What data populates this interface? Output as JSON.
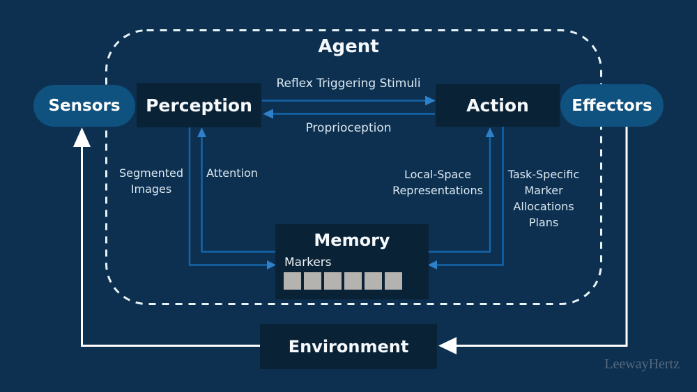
{
  "diagram": {
    "title": "Agent",
    "watermark": "LeewayHertz",
    "nodes": {
      "sensors": {
        "label": "Sensors"
      },
      "perception": {
        "label": "Perception"
      },
      "action": {
        "label": "Action"
      },
      "effectors": {
        "label": "Effectors"
      },
      "memory": {
        "label": "Memory",
        "sublabel": "Markers",
        "marker_count": 6
      },
      "environment": {
        "label": "Environment"
      }
    },
    "edges": {
      "reflex": {
        "label": "Reflex Triggering Stimuli",
        "from": "perception",
        "to": "action"
      },
      "proprioception": {
        "label": "Proprioception",
        "from": "action",
        "to": "perception"
      },
      "segmented_images": {
        "label": "Segmented\nImages",
        "from": "perception",
        "to": "memory"
      },
      "attention": {
        "label": "Attention",
        "from": "memory",
        "to": "perception"
      },
      "local_space": {
        "label": "Local-Space\nRepresentations",
        "from": "memory",
        "to": "action"
      },
      "task_specific": {
        "label": "Task-Specific\nMarker\nAllocations\nPlans",
        "from": "action",
        "to": "memory"
      },
      "environment_to_sensors": {
        "from": "environment",
        "to": "sensors"
      },
      "effectors_to_environment": {
        "from": "effectors",
        "to": "environment"
      }
    },
    "colors": {
      "background": "#0d3050",
      "node_fill": "#0a2236",
      "pill_fill": "#0f517f",
      "arrow_blue": "#1565aa",
      "arrowhead_blue": "#2e80ca",
      "arrow_white": "#ffffff",
      "dashed_border": "#e8f4f8",
      "marker_cell": "#b5b3b0",
      "watermark_color": "#54687f"
    }
  }
}
